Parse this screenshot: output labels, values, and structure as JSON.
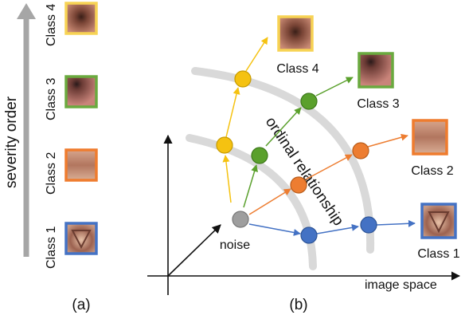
{
  "left_panel": {
    "axis_label": "severity order",
    "classes": [
      {
        "label": "Class 4",
        "color": "#f7d354"
      },
      {
        "label": "Class 3",
        "color": "#6aaa3f"
      },
      {
        "label": "Class 2",
        "color": "#ef7c2e"
      },
      {
        "label": "Class 1",
        "color": "#4472c4"
      }
    ],
    "caption": "(a)"
  },
  "right_panel": {
    "noise_label": "noise",
    "curve_label": "ordinal relationship",
    "x_axis_label": "image space",
    "caption": "(b)",
    "class_labels": {
      "c4": "Class 4",
      "c3": "Class 3",
      "c2": "Class 2",
      "c1": "Class 1"
    }
  },
  "colors": {
    "yellow": "#f5c211",
    "green": "#5aa02c",
    "orange": "#ed7d31",
    "blue": "#4472c4",
    "gray": "#9e9e9e"
  }
}
